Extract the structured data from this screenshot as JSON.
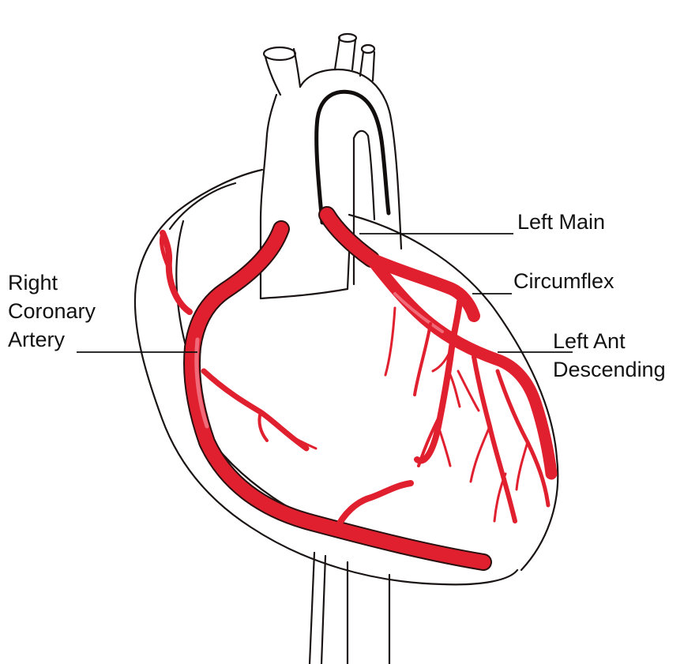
{
  "labels": {
    "right_coronary_artery": [
      "Right",
      "Coronary",
      "Artery"
    ],
    "left_main": "Left Main",
    "circumflex": "Circumflex",
    "left_anterior_descending": [
      "Left Ant",
      "Descending"
    ]
  },
  "colors": {
    "outline": "#1a1414",
    "artery": "#e0202e",
    "artery_highlight": "#f06a7a",
    "background": "#ffffff"
  }
}
